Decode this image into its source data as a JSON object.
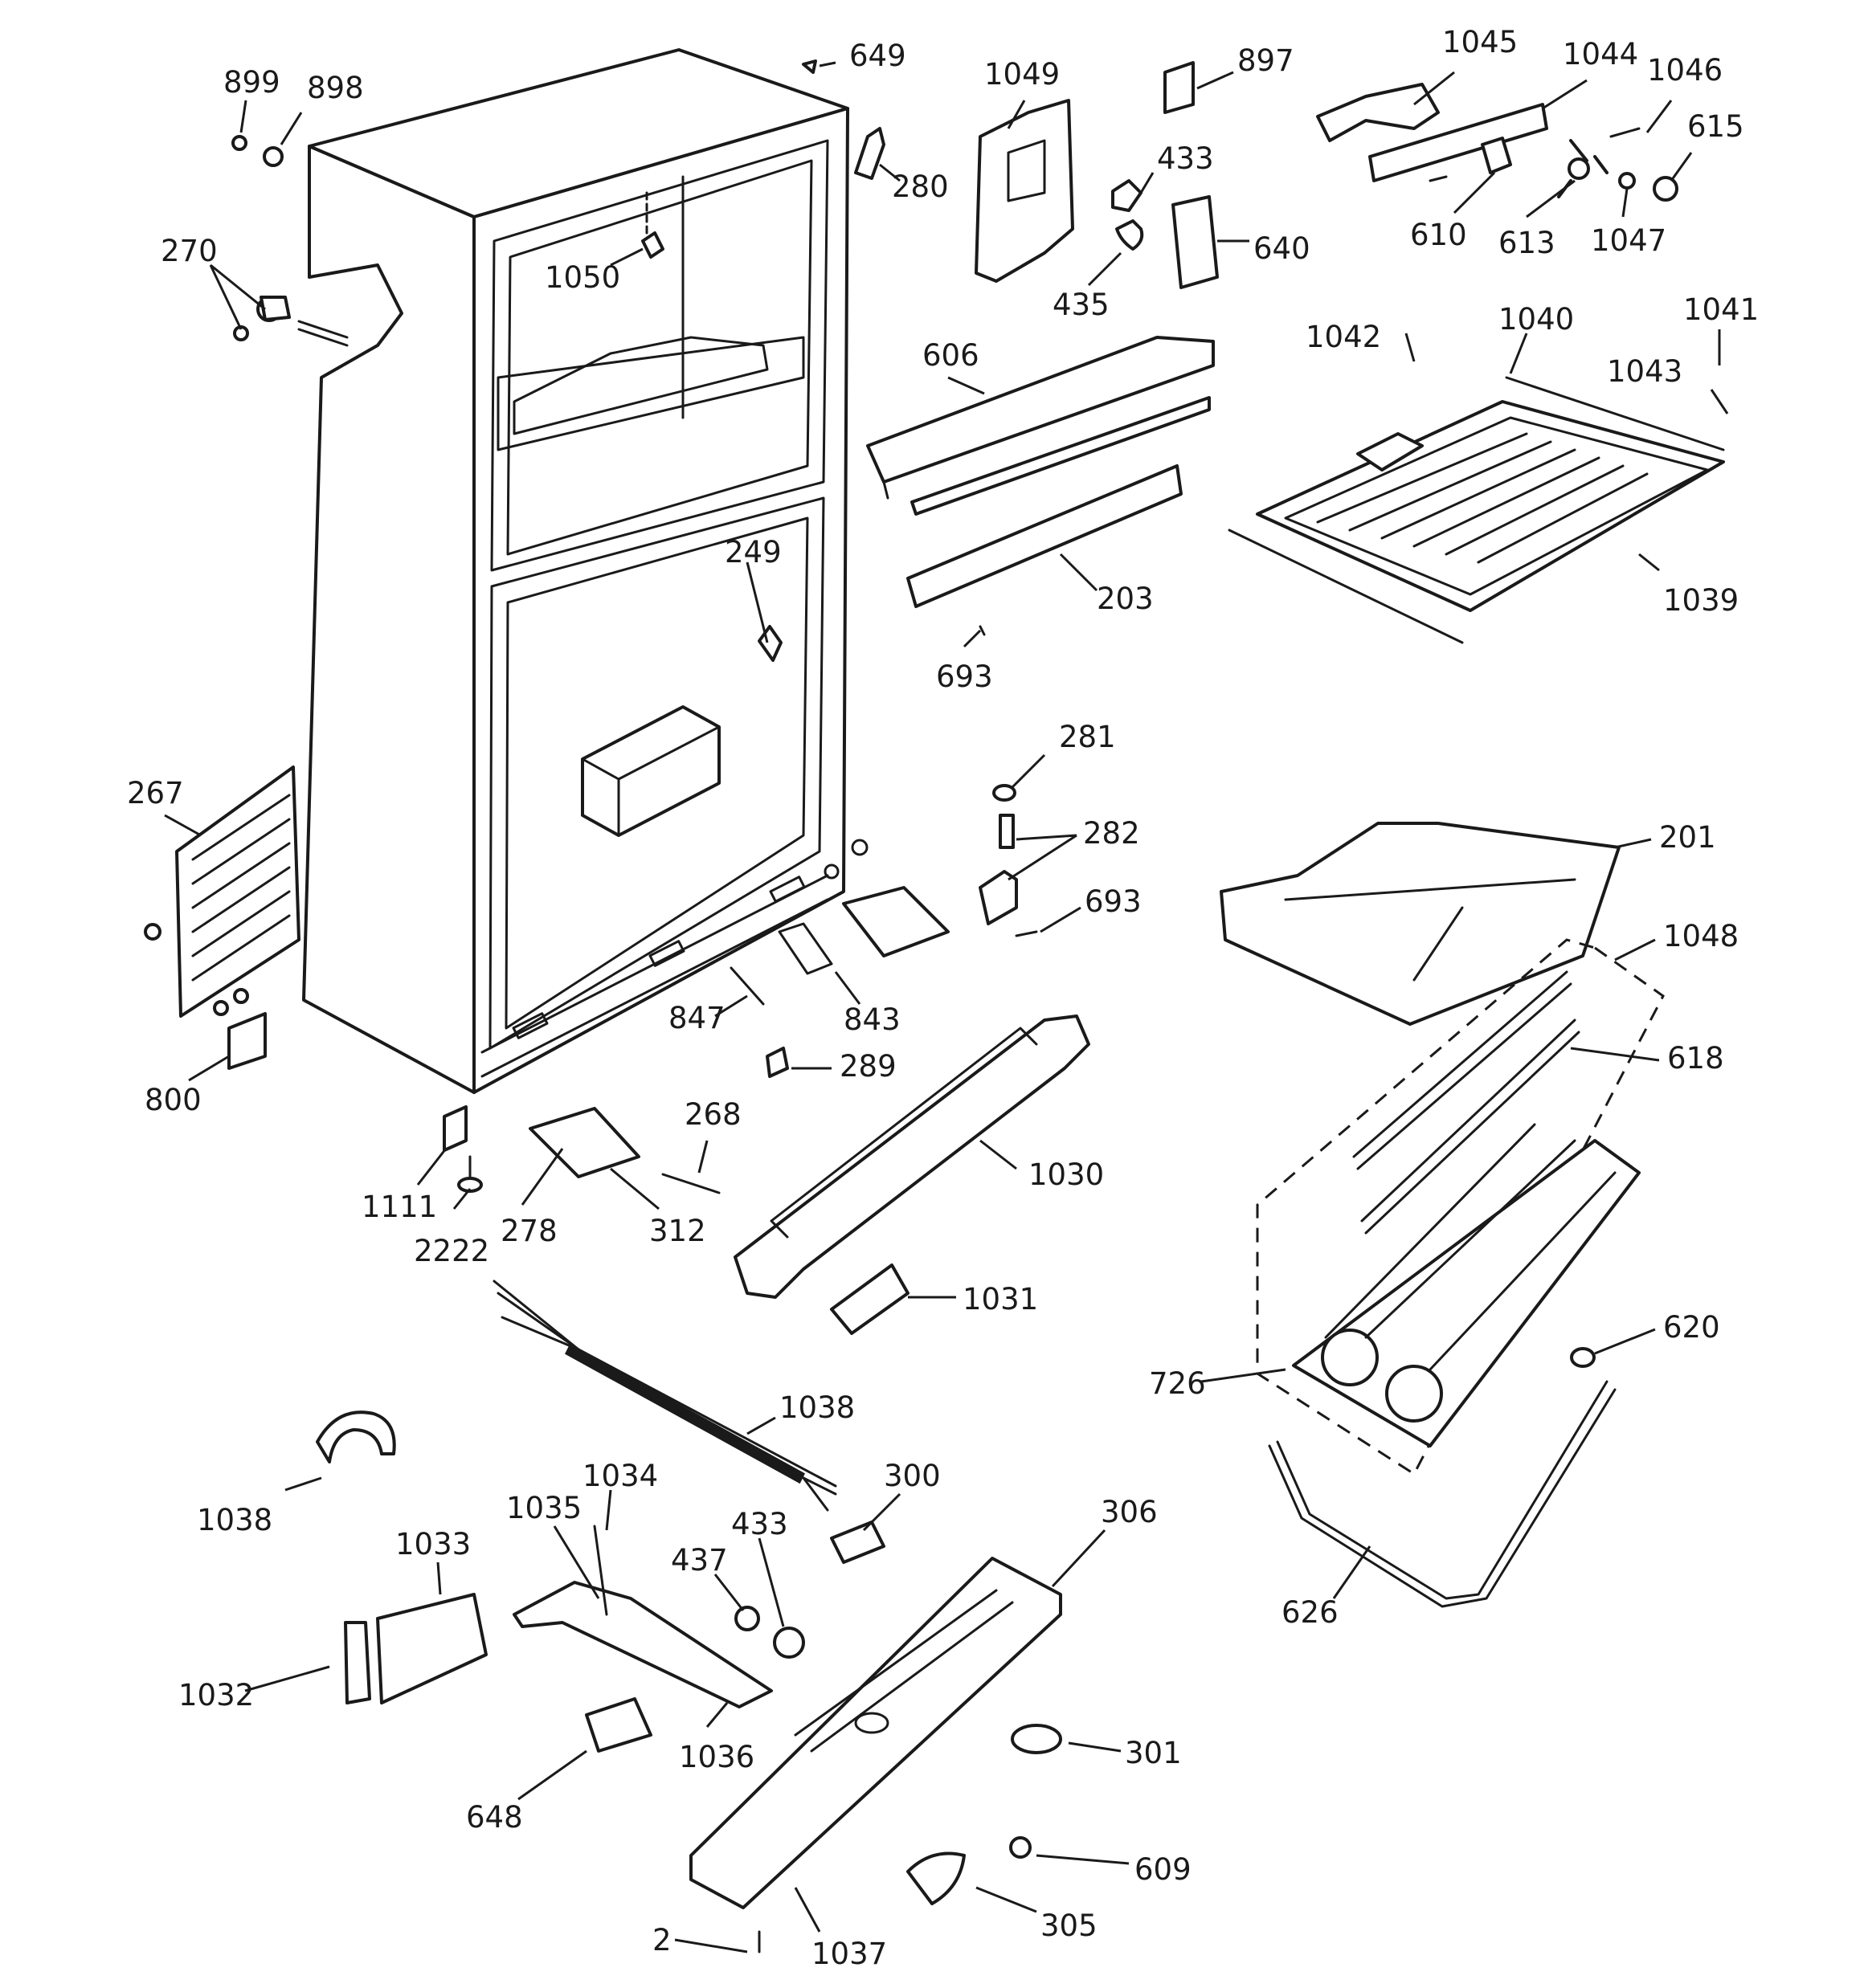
{
  "callouts": {
    "c899": "899",
    "c898": "898",
    "c649": "649",
    "c280": "280",
    "c270": "270",
    "c1050": "1050",
    "c1049": "1049",
    "c897": "897",
    "c433a": "433",
    "c435": "435",
    "c640": "640",
    "c1045": "1045",
    "c1044": "1044",
    "c1046": "1046",
    "c615": "615",
    "c610": "610",
    "c613": "613",
    "c1047": "1047",
    "c606": "606",
    "c203": "203",
    "c693a": "693",
    "c1042": "1042",
    "c1040": "1040",
    "c1041": "1041",
    "c1043": "1043",
    "c1039": "1039",
    "c249": "249",
    "c267": "267",
    "c800": "800",
    "c281": "281",
    "c282": "282",
    "c693b": "693",
    "c847": "847",
    "c843": "843",
    "c289": "289",
    "c201": "201",
    "c1048": "1048",
    "c618": "618",
    "c1111": "1111",
    "c2222": "2222",
    "c278": "278",
    "c312": "312",
    "c268": "268",
    "c1030": "1030",
    "c1031": "1031",
    "c620": "620",
    "c726": "726",
    "c1038a": "1038",
    "c1038b": "1038",
    "c300": "300",
    "c306": "306",
    "c1034": "1034",
    "c1035": "1035",
    "c437": "437",
    "c433b": "433",
    "c1033": "1033",
    "c1032": "1032",
    "c1036": "1036",
    "c648": "648",
    "c301": "301",
    "c626": "626",
    "c609": "609",
    "c305": "305",
    "c2": "2",
    "c1037": "1037"
  }
}
